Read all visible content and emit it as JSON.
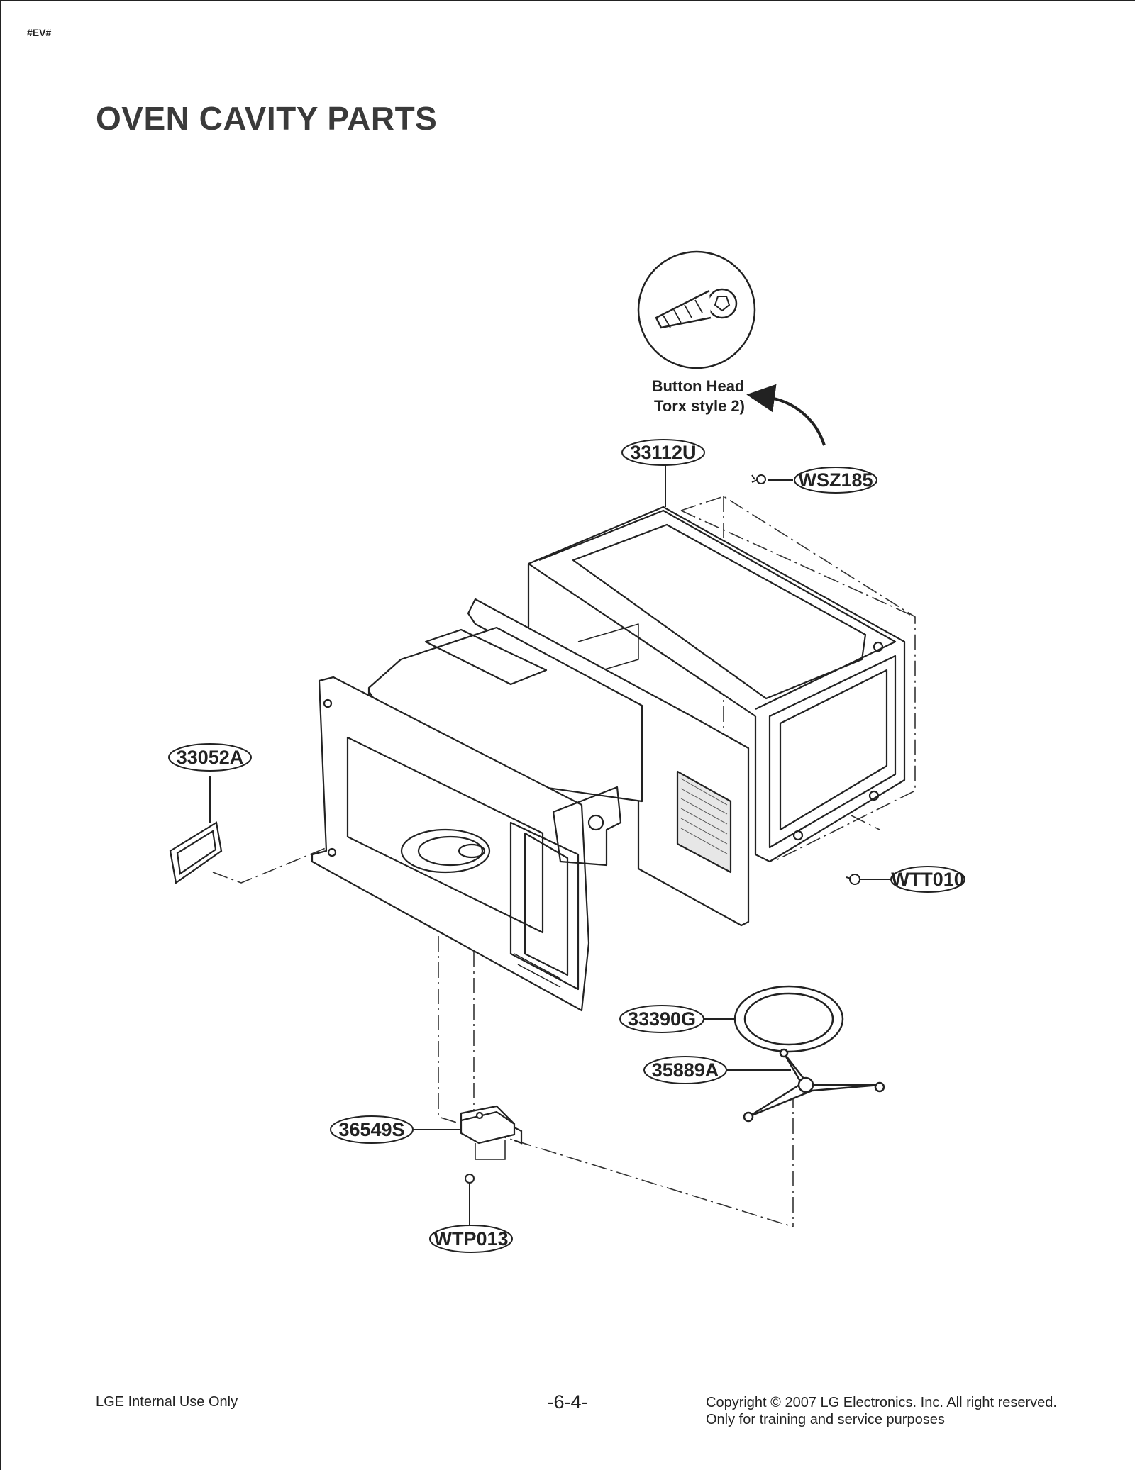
{
  "document": {
    "code": "#EV#",
    "title": "OVEN CAVITY PARTS"
  },
  "diagram": {
    "note_line1": "Button Head",
    "note_line2": "Torx style 2)",
    "callouts": {
      "cabinet": "33112U",
      "screw_top": "WSZ185",
      "lamp_cover": "33052A",
      "screw_side": "WTT010",
      "tray": "33390G",
      "roller": "35889A",
      "motor": "36549S",
      "motor_screw": "WTP013"
    }
  },
  "footer": {
    "left": "LGE Internal Use Only",
    "page": "-6-4-",
    "right_line1": "Copyright © 2007 LG Electronics. Inc. All right reserved.",
    "right_line2": "Only for training and service purposes"
  }
}
